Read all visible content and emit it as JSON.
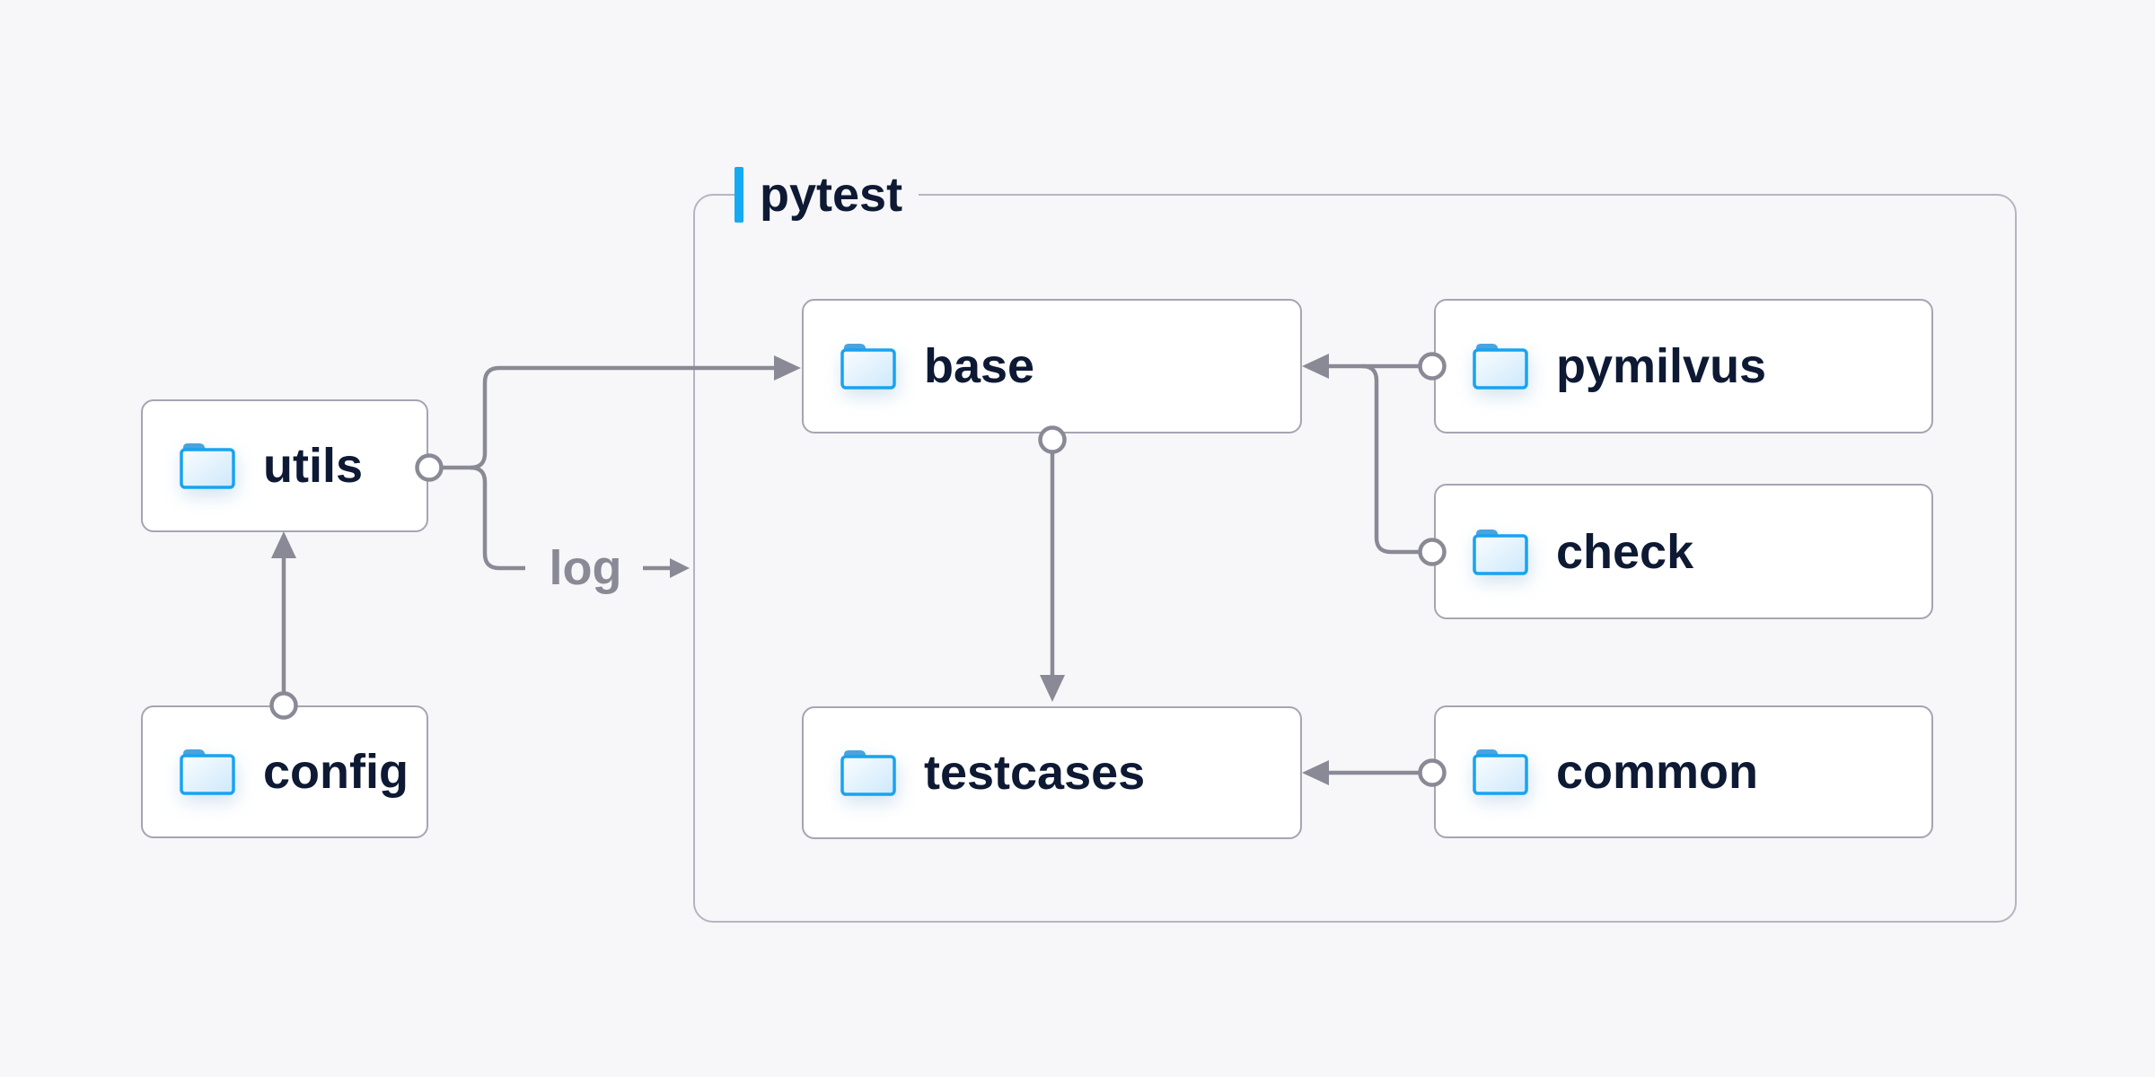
{
  "diagram": {
    "title": "pytest",
    "nodes": [
      {
        "id": "utils",
        "label": "utils",
        "icon": "folder-icon"
      },
      {
        "id": "config",
        "label": "config",
        "icon": "folder-icon"
      },
      {
        "id": "base",
        "label": "base",
        "icon": "folder-icon"
      },
      {
        "id": "pymilvus",
        "label": "pymilvus",
        "icon": "folder-icon"
      },
      {
        "id": "check",
        "label": "check",
        "icon": "folder-icon"
      },
      {
        "id": "testcases",
        "label": "testcases",
        "icon": "folder-icon"
      },
      {
        "id": "common",
        "label": "common",
        "icon": "folder-icon"
      }
    ],
    "edges": [
      {
        "from": "config",
        "to": "utils",
        "label": ""
      },
      {
        "from": "utils",
        "to": "base",
        "label": ""
      },
      {
        "from": "utils",
        "to": "pytest-group",
        "label": "log"
      },
      {
        "from": "pymilvus",
        "to": "base",
        "label": ""
      },
      {
        "from": "check",
        "to": "base",
        "label": ""
      },
      {
        "from": "base",
        "to": "testcases",
        "label": ""
      },
      {
        "from": "common",
        "to": "testcases",
        "label": ""
      }
    ],
    "colors": {
      "background": "#f7f7f9",
      "accent_blue": "#16aaf2",
      "node_text": "#0e1a34",
      "connector_gray": "#8a8a96",
      "node_border": "#a5a5b3",
      "group_border": "#b5b5c2",
      "folder_blue": "#18a3f1",
      "node_fill": "#ffffff"
    }
  }
}
